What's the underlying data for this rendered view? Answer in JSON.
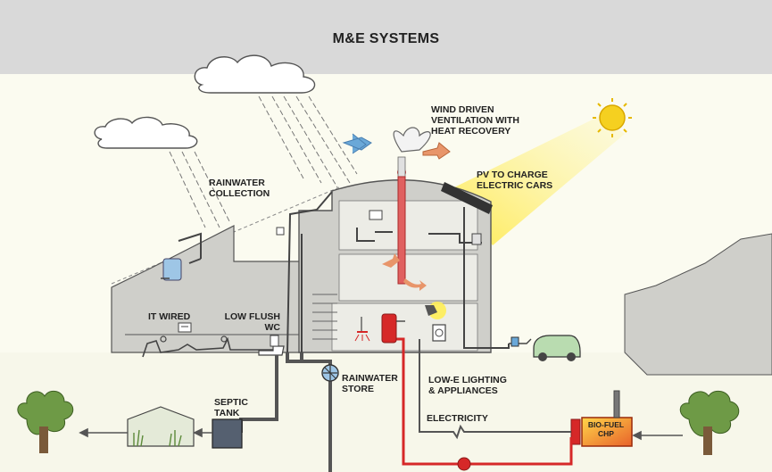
{
  "title": "M&E SYSTEMS",
  "labels": {
    "wind_ventilation": [
      "WIND DRIVEN",
      "VENTILATION WITH",
      "HEAT RECOVERY"
    ],
    "pv_cars": [
      "PV TO CHARGE",
      "ELECTRIC CARS"
    ],
    "rainwater_collection": [
      "RAINWATER",
      "COLLECTION"
    ],
    "it_wired": "IT WIRED",
    "low_flush_wc": [
      "LOW FLUSH",
      "WC"
    ],
    "rainwater_store": [
      "RAINWATER",
      "STORE"
    ],
    "low_e_lighting": [
      "LOW-E LIGHTING",
      "& APPLIANCES"
    ],
    "electricity": "ELECTRICITY",
    "septic_tank": [
      "SEPTIC",
      "TANK"
    ],
    "bio_fuel_chp": [
      "BIO-FUEL",
      "CHP"
    ]
  },
  "colors": {
    "header": "#d9d9d9",
    "building": "#cfcfca",
    "interior": "#ecece6",
    "power_line": "#d62828",
    "sun": "#f5d020",
    "light_beam": "#ffee55",
    "car": "#b9dcb0",
    "air_in": "#6aa8d8",
    "air_out": "#e8956a",
    "chp": "#f08a20",
    "tree": "#6e9a46"
  }
}
